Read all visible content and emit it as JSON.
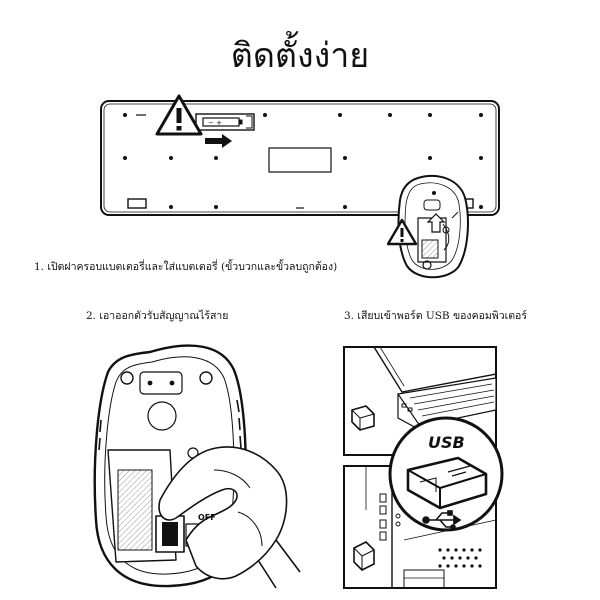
{
  "title": "ติดตั้งง่าย",
  "steps": [
    {
      "label": "1. เปิดฝาครอบแบตเตอรี่และใส่แบตเตอรี่ (ขั้วบวกและขั้วลบถูกต้อง)"
    },
    {
      "label": "2. เอาออกตัวรับสัญญาณไร้สาย"
    },
    {
      "label": "3. เสียบเข้าพอร์ต USB ของคอมพิวเตอร์"
    }
  ],
  "illustration_text": {
    "usb_label": "USB",
    "switch_label": "OFF"
  },
  "icons": [
    "warning-triangle-icon",
    "usb-symbol-icon",
    "arrow-icon"
  ]
}
